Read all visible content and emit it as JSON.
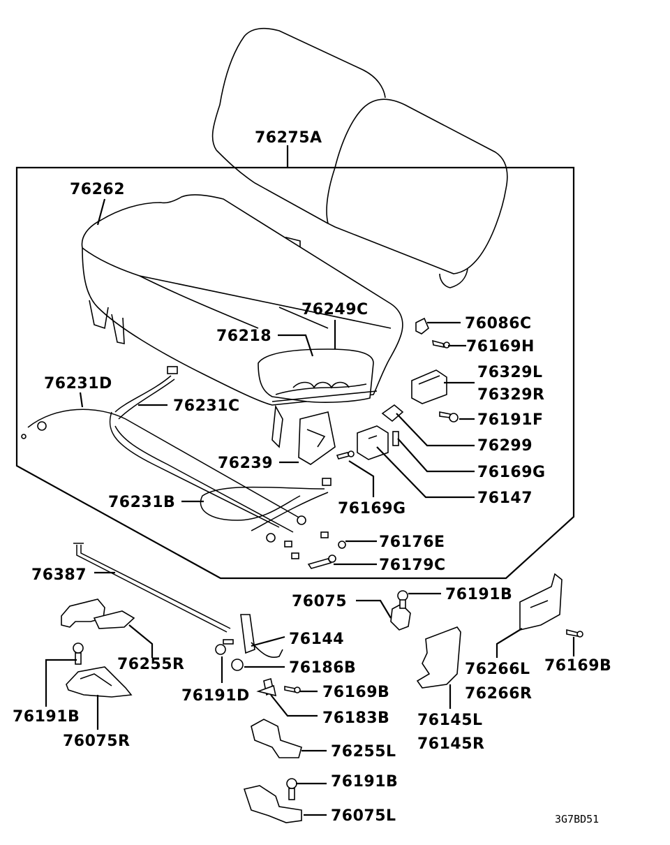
{
  "labels": {
    "p76275A": "76275A",
    "p76262": "76262",
    "p76249C": "76249C",
    "p76218": "76218",
    "p76086C": "76086C",
    "p76169H": "76169H",
    "p76329L": "76329L",
    "p76329R": "76329R",
    "p76231D": "76231D",
    "p76231C": "76231C",
    "p76191F": "76191F",
    "p76299": "76299",
    "p76169G_a": "76169G",
    "p76239": "76239",
    "p76147": "76147",
    "p76169G_b": "76169G",
    "p76231B": "76231B",
    "p76176E": "76176E",
    "p76179C": "76179C",
    "p76387": "76387",
    "p76075": "76075",
    "p76191B_a": "76191B",
    "p76144": "76144",
    "p76255R": "76255R",
    "p76186B": "76186B",
    "p76266L": "76266L",
    "p76169B_a": "76169B",
    "p76191D": "76191D",
    "p76169B_b": "76169B",
    "p76266R": "76266R",
    "p76191B_b": "76191B",
    "p76183B": "76183B",
    "p76145L": "76145L",
    "p76075R": "76075R",
    "p76145R": "76145R",
    "p76255L": "76255L",
    "p76191B_c": "76191B",
    "p76075L": "76075L"
  },
  "diagram_code": "3G7BD51"
}
